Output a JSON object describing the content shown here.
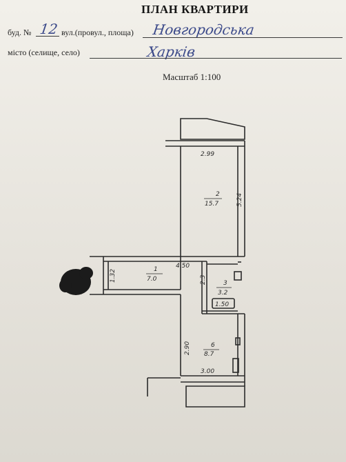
{
  "document": {
    "title": "ПЛАН КВАРТИРИ",
    "building_label": "буд. №",
    "building_number": "12",
    "street_label": "вул.(провул., площа)",
    "street_value": "Новгородська",
    "city_label": "місто (селище, село)",
    "city_value": "Харків",
    "scale_label": "Масштаб 1:100"
  },
  "plan": {
    "dimensions": {
      "top_width": "2.99",
      "right_length": "5.24",
      "corridor_width": "4.50",
      "left_width": "1.32",
      "bath_width": "2.3",
      "tub": "1.50",
      "kitchen_depth": "2.90",
      "kitchen_width": "3.00"
    },
    "rooms": [
      {
        "number": "1",
        "area": "7.0"
      },
      {
        "number": "2",
        "area": "15.7"
      },
      {
        "number": "3",
        "area": "3.2"
      },
      {
        "number": "6",
        "area": "8.7"
      }
    ]
  }
}
